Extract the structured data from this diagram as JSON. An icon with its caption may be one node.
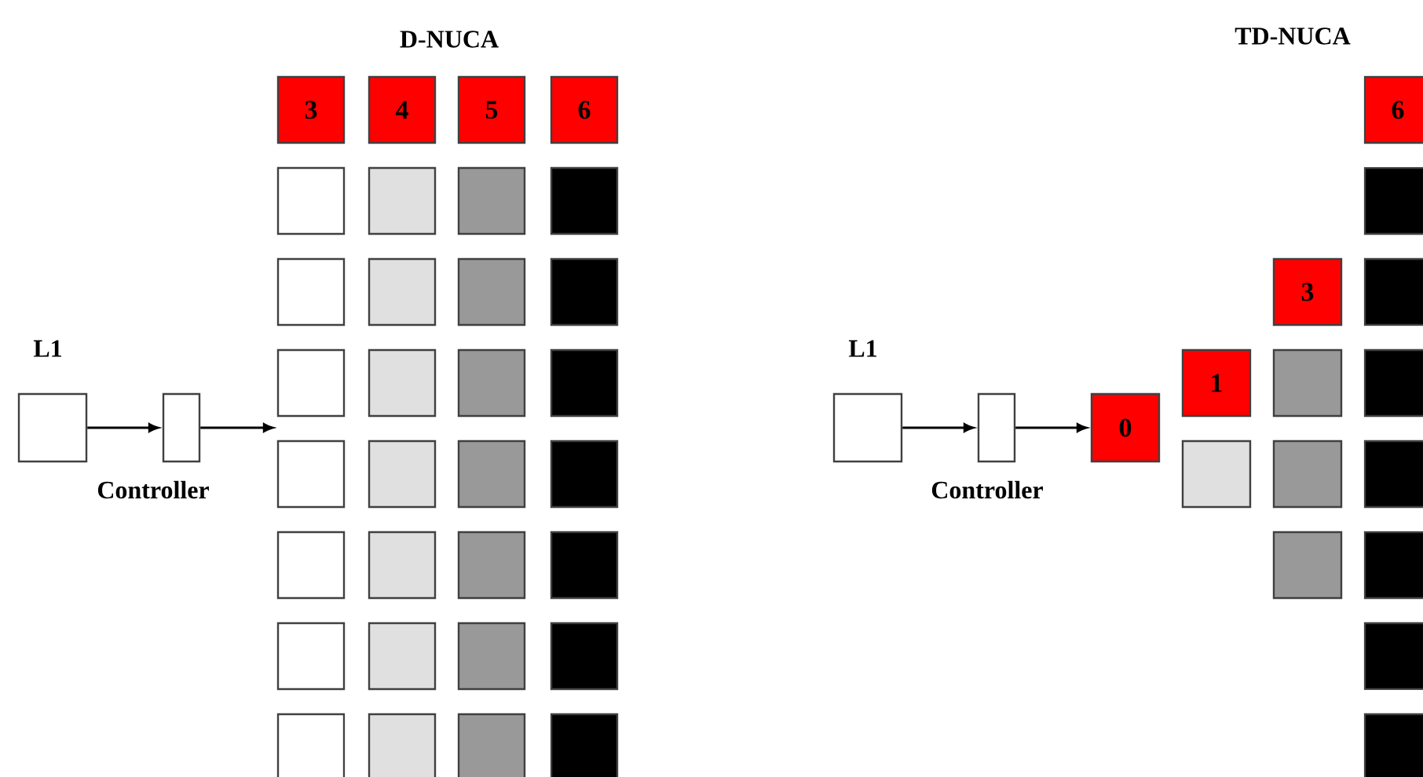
{
  "diagram": {
    "nodes": [
      {
        "text": [
          "L1"
        ]
      },
      {
        "text": [
          "Controller"
        ]
      },
      {
        "text": [
          "3"
        ]
      },
      {
        "text": [
          "4"
        ]
      },
      {
        "text": [
          "5"
        ]
      },
      {
        "text": [
          "6"
        ]
      },
      {
        "text": [],
        "shape": "box"
      },
      {
        "text": [],
        "shape": "box"
      },
      {
        "text": [],
        "shape": "box"
      },
      {
        "text": [],
        "shape": "box"
      },
      {
        "text": [],
        "shape": "box"
      },
      {
        "text": [],
        "shape": "box"
      },
      {
        "text": [],
        "shape": "box"
      },
      {
        "text": [],
        "shape": "box"
      },
      {
        "text": [],
        "shape": "box"
      },
      {
        "text": [],
        "shape": "box"
      },
      {
        "text": [],
        "shape": "box"
      },
      {
        "text": [],
        "shape": "box"
      },
      {
        "text": [],
        "shape": "box"
      },
      {
        "text": [],
        "shape": "box"
      },
      {
        "text": [],
        "shape": "box"
      },
      {
        "text": [],
        "shape": "box"
      },
      {
        "text": [],
        "shape": "box"
      },
      {
        "text": [],
        "shape": "box"
      },
      {
        "text": [],
        "shape": "box"
      },
      {
        "text": [],
        "shape": "box"
      },
      {
        "text": [],
        "shape": "box"
      },
      {
        "text": [],
        "shape": "box"
      },
      {
        "text": [],
        "shape": "box"
      },
      {
        "text": [],
        "shape": "box"
      },
      {
        "text": [],
        "shape": "box"
      },
      {
        "text": [],
        "shape": "box"
      },
      {
        "text": [],
        "shape": "box"
      },
      {
        "text": [],
        "shape": "box"
      },
      {
        "text": [
          "L1"
        ]
      },
      {
        "text": [
          "Controller"
        ]
      },
      {
        "text": [
          "0"
        ]
      },
      {
        "text": [
          "1"
        ]
      },
      {
        "text": [],
        "shape": "box"
      },
      {
        "text": [
          "3"
        ]
      },
      {
        "text": [],
        "shape": "box"
      },
      {
        "text": [],
        "shape": "box"
      },
      {
        "text": [],
        "shape": "box"
      },
      {
        "text": [
          "6"
        ]
      },
      {
        "text": [],
        "shape": "box"
      },
      {
        "text": [],
        "shape": "box"
      },
      {
        "text": [],
        "shape": "box"
      },
      {
        "text": [],
        "shape": "box"
      },
      {
        "text": [],
        "shape": "box"
      },
      {
        "text": [],
        "shape": "box"
      },
      {
        "text": [],
        "shape": "box"
      }
    ],
    "edges": [
      {
        "from": 0,
        "to": 1,
        "arrow": "to"
      },
      {
        "from": 1,
        "to": 14,
        "arrow": "to"
      },
      {
        "from": 34,
        "to": 35,
        "arrow": "to"
      },
      {
        "from": 35,
        "to": 36,
        "arrow": "to"
      }
    ],
    "labels": [
      "D-NUCA",
      "TD-NUCA"
    ]
  }
}
